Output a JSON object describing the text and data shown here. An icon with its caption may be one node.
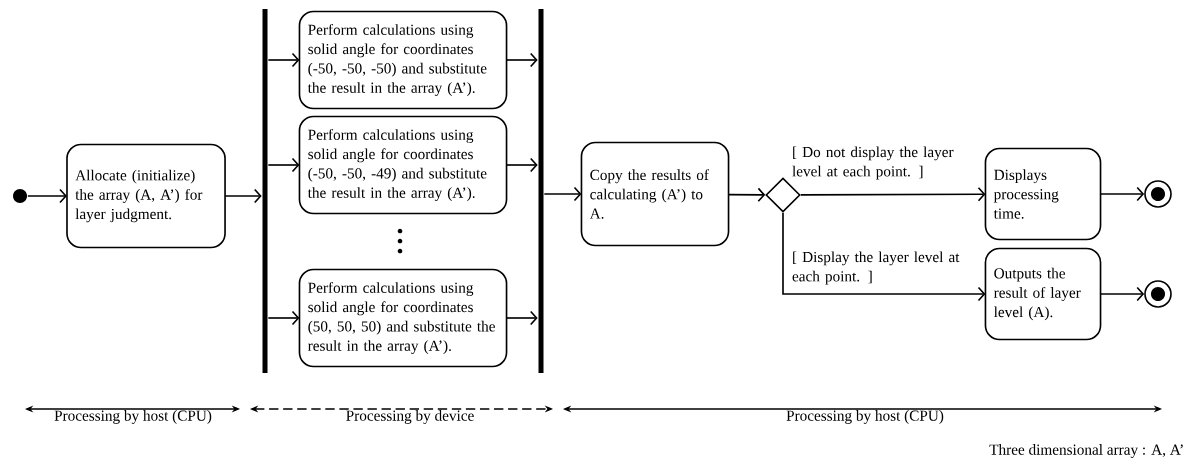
{
  "diagram": {
    "nodes": [
      {
        "text": [],
        "shape": "circle"
      },
      {
        "text": [
          "Allocate (initialize) the array (A, A’) for layer judgment."
        ]
      },
      {
        "text": [],
        "shape": "bar"
      },
      {
        "text": [
          "Perform calculations using solid angle for coordinates (-50, -50, -50) and substitute the result in the array (A’)."
        ]
      },
      {
        "text": [
          "Perform calculations using solid angle for coordinates (-50, -50, -49) and substitute the result in the array (A’)."
        ]
      },
      {
        "text": [
          "Perform calculations using solid angle for coordinates (50, 50, 50) and substitute the result in the array (A’)."
        ]
      },
      {
        "text": [],
        "shape": "bar"
      },
      {
        "text": [
          "Copy the results of calculating (A’) to A."
        ]
      },
      {
        "text": [],
        "shape": "diamond"
      },
      {
        "text": [
          "Displays processing time."
        ]
      },
      {
        "text": [
          "Outputs the result of layer level (A)."
        ]
      },
      {
        "text": [],
        "shape": "bullseye"
      },
      {
        "text": [],
        "shape": "bullseye"
      }
    ],
    "edges": [
      {
        "from": 0,
        "to": 1,
        "arrow": "to"
      },
      {
        "from": 1,
        "to": 2,
        "arrow": "to"
      },
      {
        "from": 2,
        "to": 3,
        "arrow": "to"
      },
      {
        "from": 2,
        "to": 4,
        "arrow": "to"
      },
      {
        "from": 2,
        "to": 5,
        "arrow": "to"
      },
      {
        "from": 3,
        "to": 6,
        "arrow": "to"
      },
      {
        "from": 4,
        "to": 6,
        "arrow": "to"
      },
      {
        "from": 5,
        "to": 6,
        "arrow": "to"
      },
      {
        "from": 6,
        "to": 7,
        "arrow": "to"
      },
      {
        "from": 7,
        "to": 8,
        "arrow": "to"
      },
      {
        "from": 8,
        "to": 9,
        "arrow": "to",
        "label": "[ Do not display the layer level at each point. ]"
      },
      {
        "from": 8,
        "to": 10,
        "arrow": "to",
        "label": "[ Display the layer level at each point. ]"
      },
      {
        "from": 9,
        "to": 11,
        "arrow": "to"
      },
      {
        "from": 10,
        "to": 12,
        "arrow": "to"
      }
    ],
    "labels": [
      "Processing by host (CPU)",
      "Processing by device",
      "Processing by host (CPU)",
      "Three dimensional array : A, A’"
    ]
  }
}
